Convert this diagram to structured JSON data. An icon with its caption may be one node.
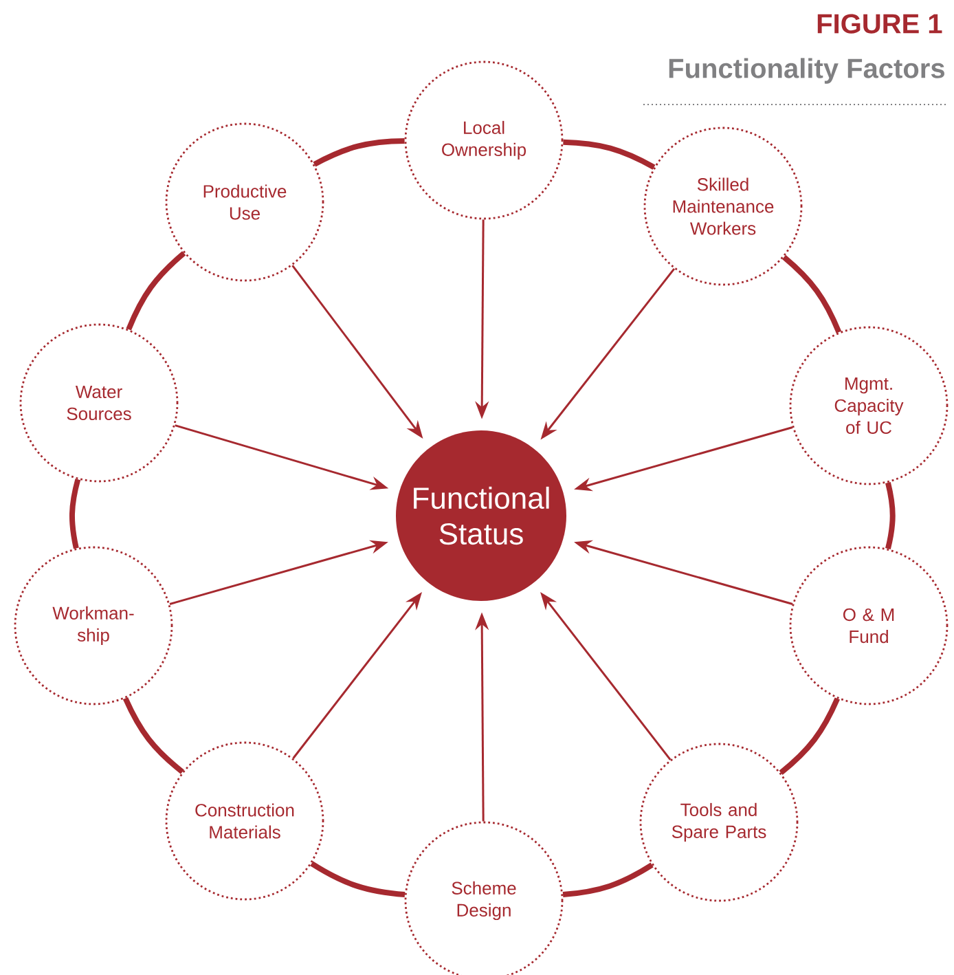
{
  "diagram": {
    "title": "Functionality Factors",
    "nodes": [
      {
        "text": [
          "Local Ownership"
        ]
      },
      {
        "text": [
          "Skilled Maintenance Workers"
        ]
      },
      {
        "text": [
          "Mgmt. Capacity of UC"
        ]
      },
      {
        "text": [
          "O & M Fund"
        ]
      },
      {
        "text": [
          "Tools and Spare Parts"
        ]
      },
      {
        "text": [
          "Scheme Design"
        ]
      },
      {
        "text": [
          "Construction Materials"
        ]
      },
      {
        "text": [
          "Workman- ship"
        ]
      },
      {
        "text": [
          "Water Sources"
        ]
      },
      {
        "text": [
          "Productive Use"
        ]
      },
      {
        "text": [
          "Functional Status"
        ]
      }
    ],
    "edges": [
      {
        "from": 0,
        "to": 10,
        "arrow": "to"
      },
      {
        "from": 1,
        "to": 10,
        "arrow": "to"
      },
      {
        "from": 2,
        "to": 10,
        "arrow": "to"
      },
      {
        "from": 3,
        "to": 10,
        "arrow": "to"
      },
      {
        "from": 4,
        "to": 10,
        "arrow": "to"
      },
      {
        "from": 5,
        "to": 10,
        "arrow": "to"
      },
      {
        "from": 6,
        "to": 10,
        "arrow": "to"
      },
      {
        "from": 7,
        "to": 10,
        "arrow": "to"
      },
      {
        "from": 8,
        "to": 10,
        "arrow": "to"
      },
      {
        "from": 9,
        "to": 10,
        "arrow": "to"
      },
      {
        "from": 0,
        "to": 1,
        "arrow": "none",
        "style": "thick"
      },
      {
        "from": 1,
        "to": 2,
        "arrow": "none",
        "style": "thick"
      },
      {
        "from": 2,
        "to": 3,
        "arrow": "none",
        "style": "thick"
      },
      {
        "from": 3,
        "to": 4,
        "arrow": "none",
        "style": "thick"
      },
      {
        "from": 4,
        "to": 5,
        "arrow": "none",
        "style": "thick"
      },
      {
        "from": 5,
        "to": 6,
        "arrow": "none",
        "style": "thick"
      },
      {
        "from": 6,
        "to": 7,
        "arrow": "none",
        "style": "thick"
      },
      {
        "from": 7,
        "to": 8,
        "arrow": "none",
        "style": "thick"
      },
      {
        "from": 8,
        "to": 9,
        "arrow": "none",
        "style": "thick"
      },
      {
        "from": 9,
        "to": 0,
        "arrow": "none",
        "style": "thick"
      }
    ],
    "labels": [
      "FIGURE 1"
    ]
  }
}
